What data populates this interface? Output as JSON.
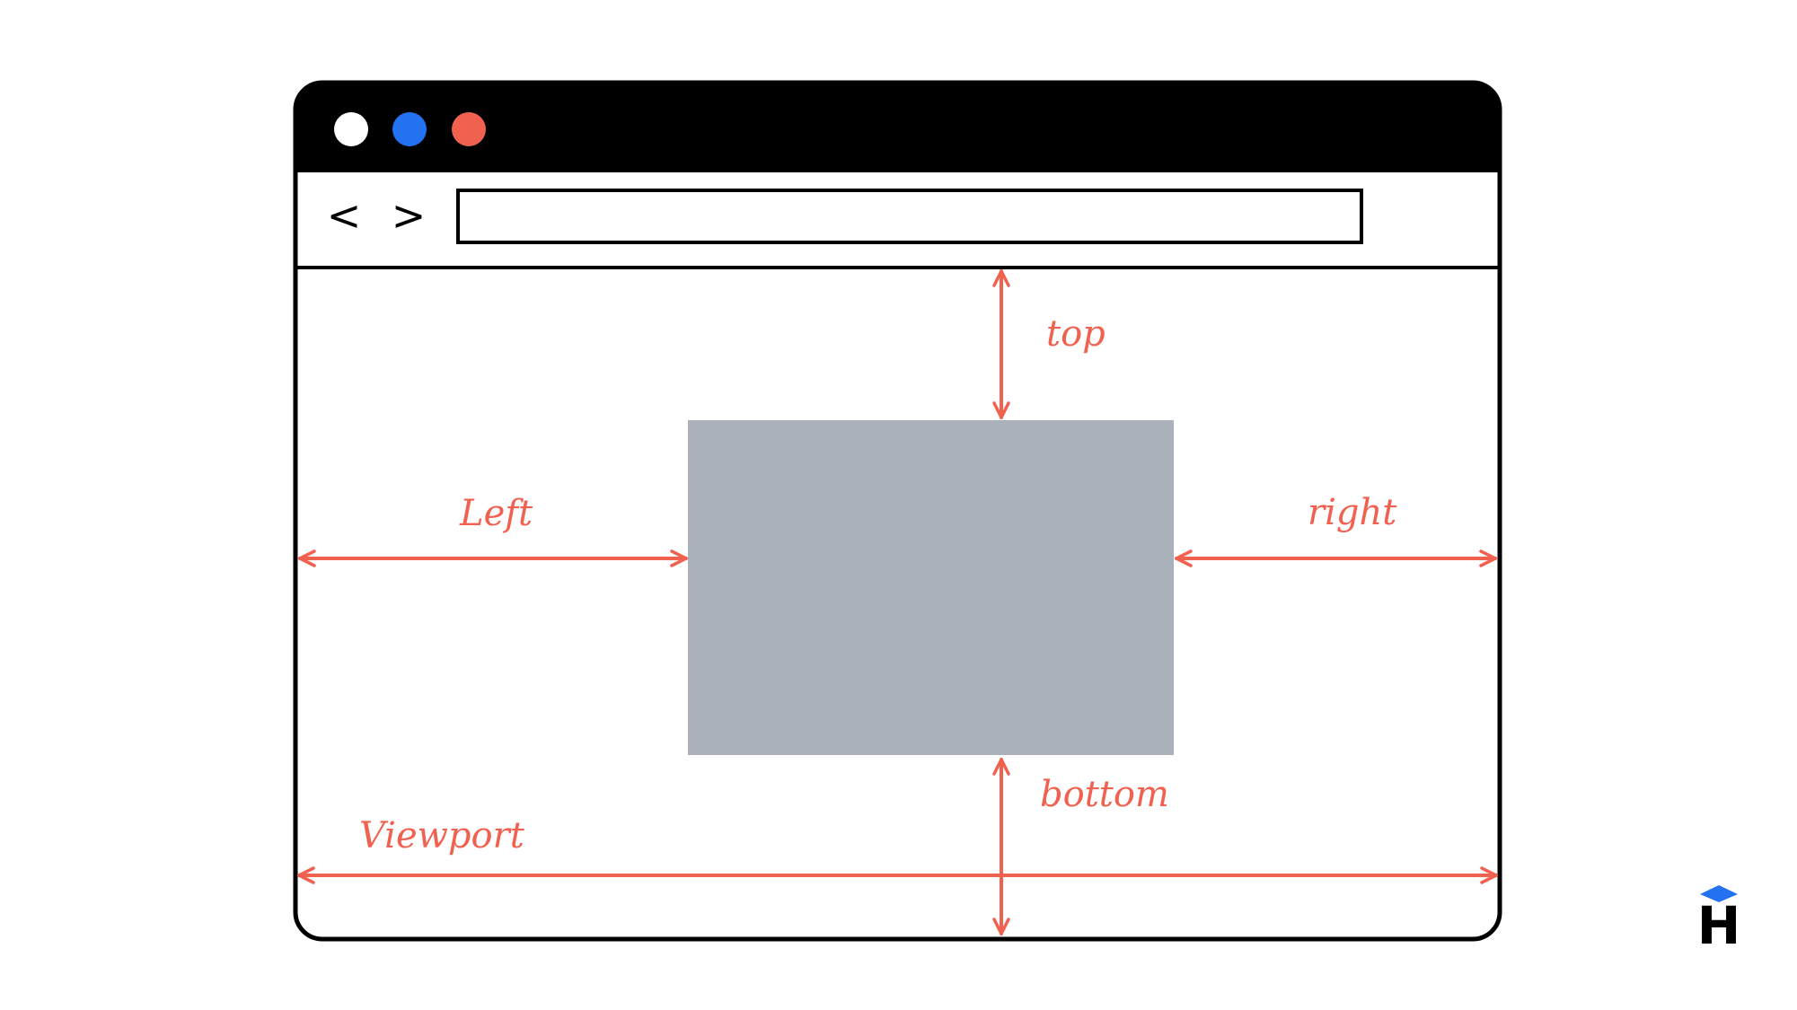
{
  "window": {
    "buttons": [
      {
        "name": "white-dot-icon",
        "color": "#ffffff"
      },
      {
        "name": "blue-dot-icon",
        "color": "#2272f2"
      },
      {
        "name": "red-dot-icon",
        "color": "#f0614f"
      }
    ],
    "nav": {
      "back_label": "<",
      "forward_label": ">"
    },
    "address_bar": {
      "value": ""
    },
    "frame_color": "#000000",
    "element_color": "#abb1ba"
  },
  "annotations": {
    "top": "top",
    "left": "Left",
    "right": "right",
    "bottom": "bottom",
    "viewport": "Viewport",
    "color": "#f0614f"
  },
  "logo": {
    "name": "h-logo-icon",
    "letter": "H",
    "cap_color": "#2272f2"
  }
}
